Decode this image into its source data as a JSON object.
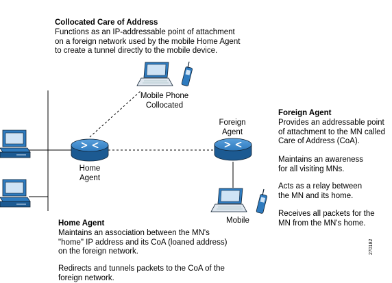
{
  "collocated_coa": {
    "title": "Collocated Care of Address",
    "body": "Functions as an IP-addressable point of attachment\non a foreign network used by the mobile Home Agent\nto create a tunnel directly to the mobile device."
  },
  "mobile_phone_label": "Mobile Phone\nCollocated",
  "home_agent_label": "Home\nAgent",
  "foreign_agent_label": "Foreign\nAgent",
  "mobile_label": "Mobile",
  "foreign_agent_desc": {
    "title": "Foreign Agent",
    "p1": "Provides an addressable point\nof attachment to the MN called\nCare of Address (CoA).",
    "p2": "Maintains an awareness\nfor all visiting MNs.",
    "p3": "Acts as a relay between\nthe MN and its home.",
    "p4": "Receives all packets for the\nMN from the MN's home."
  },
  "home_agent_desc": {
    "title": "Home Agent",
    "p1": "Maintains an association between the MN's\n\"home\" IP address and its CoA (loaned address)\non the foreign network.",
    "p2": "Redirects and tunnels packets to the CoA of the\nforeign network."
  },
  "figure_id": "270182",
  "icons": {
    "router": "router-icon",
    "workstation": "workstation-icon",
    "laptop": "laptop-icon",
    "phone": "mobile-phone-icon"
  },
  "colors": {
    "device_fill": "#2e7bbf",
    "device_dark": "#1c5a92",
    "line": "#000000"
  }
}
